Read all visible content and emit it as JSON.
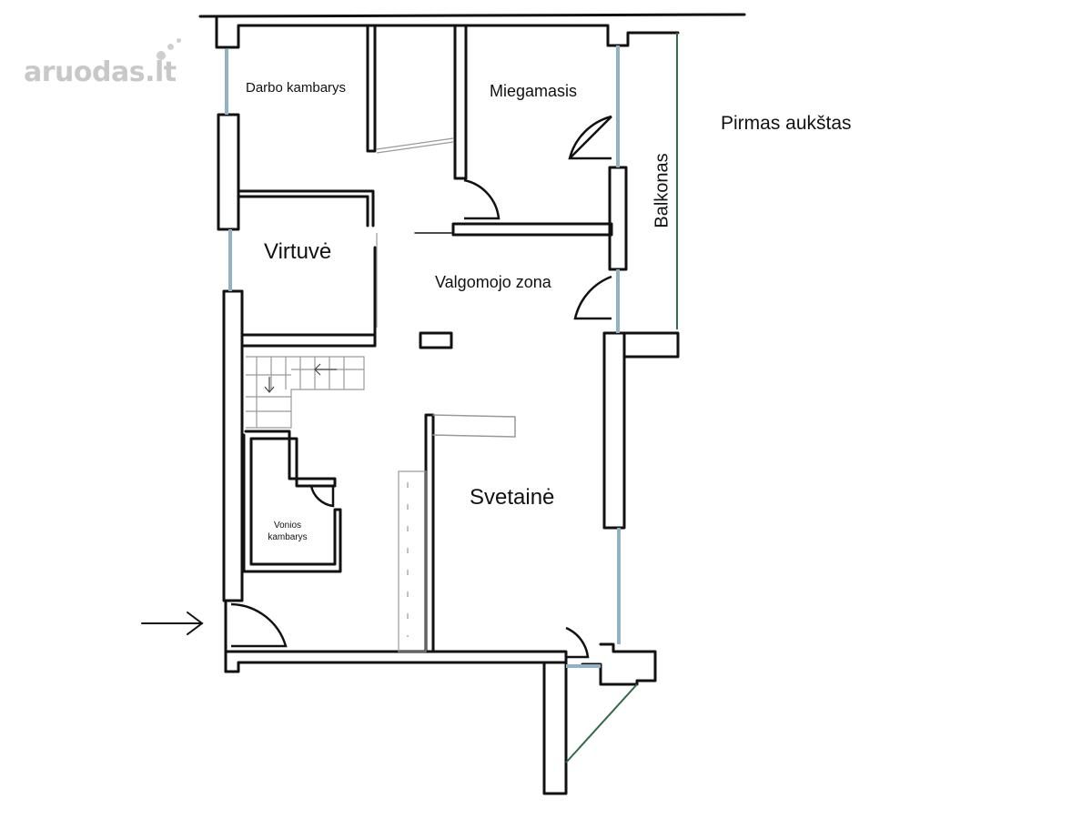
{
  "watermark": {
    "text": "aruodas.lt"
  },
  "plan": {
    "floor_title": "Pirmas aukštas",
    "rooms": {
      "darbo": "Darbo kambarys",
      "miegamasis": "Miegamasis",
      "virtuve": "Virtuvė",
      "valgomojo": "Valgomojo zona",
      "svetaine": "Svetainė",
      "vonios_line1": "Vonios",
      "vonios_line2": "kambarys",
      "balkonas": "Balkonas"
    }
  },
  "colors": {
    "wall": "#111111",
    "window": "#8fb3c4",
    "balcony_line": "#2e6b4a",
    "watermark": "#c8c8c8"
  },
  "icons": [
    "entrance-arrow-icon",
    "stair-arrow-icon"
  ]
}
